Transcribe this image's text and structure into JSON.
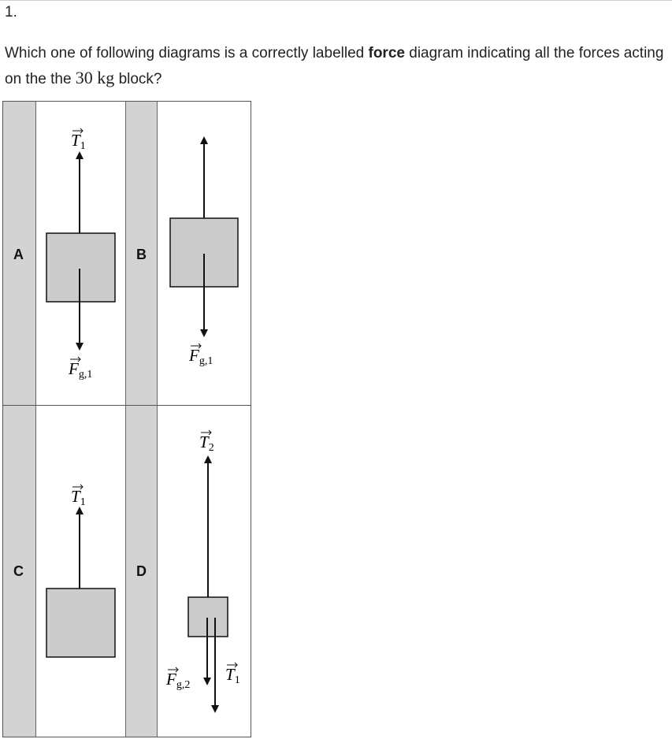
{
  "question": {
    "number": "1.",
    "text_before": "Which one of following diagrams is a correctly labelled ",
    "text_bold": "force",
    "text_after": " diagram indicating all the forces acting on the the ",
    "mass": "30 kg",
    "text_end": " block?"
  },
  "options": {
    "A": {
      "label": "A",
      "top_label": "T",
      "top_sub": "1",
      "bottom_label": "F",
      "bottom_sub": "g,1"
    },
    "B": {
      "label": "B",
      "bottom_label": "F",
      "bottom_sub": "g,1"
    },
    "C": {
      "label": "C",
      "top_label": "T",
      "top_sub": "1"
    },
    "D": {
      "label": "D",
      "top_label": "T",
      "top_sub": "2",
      "left_label": "F",
      "left_sub": "g,2",
      "right_label": "T",
      "right_sub": "1"
    }
  },
  "colors": {
    "block_fill": "#cccccc",
    "label_column": "#d3d3d3",
    "stroke": "#111111"
  }
}
